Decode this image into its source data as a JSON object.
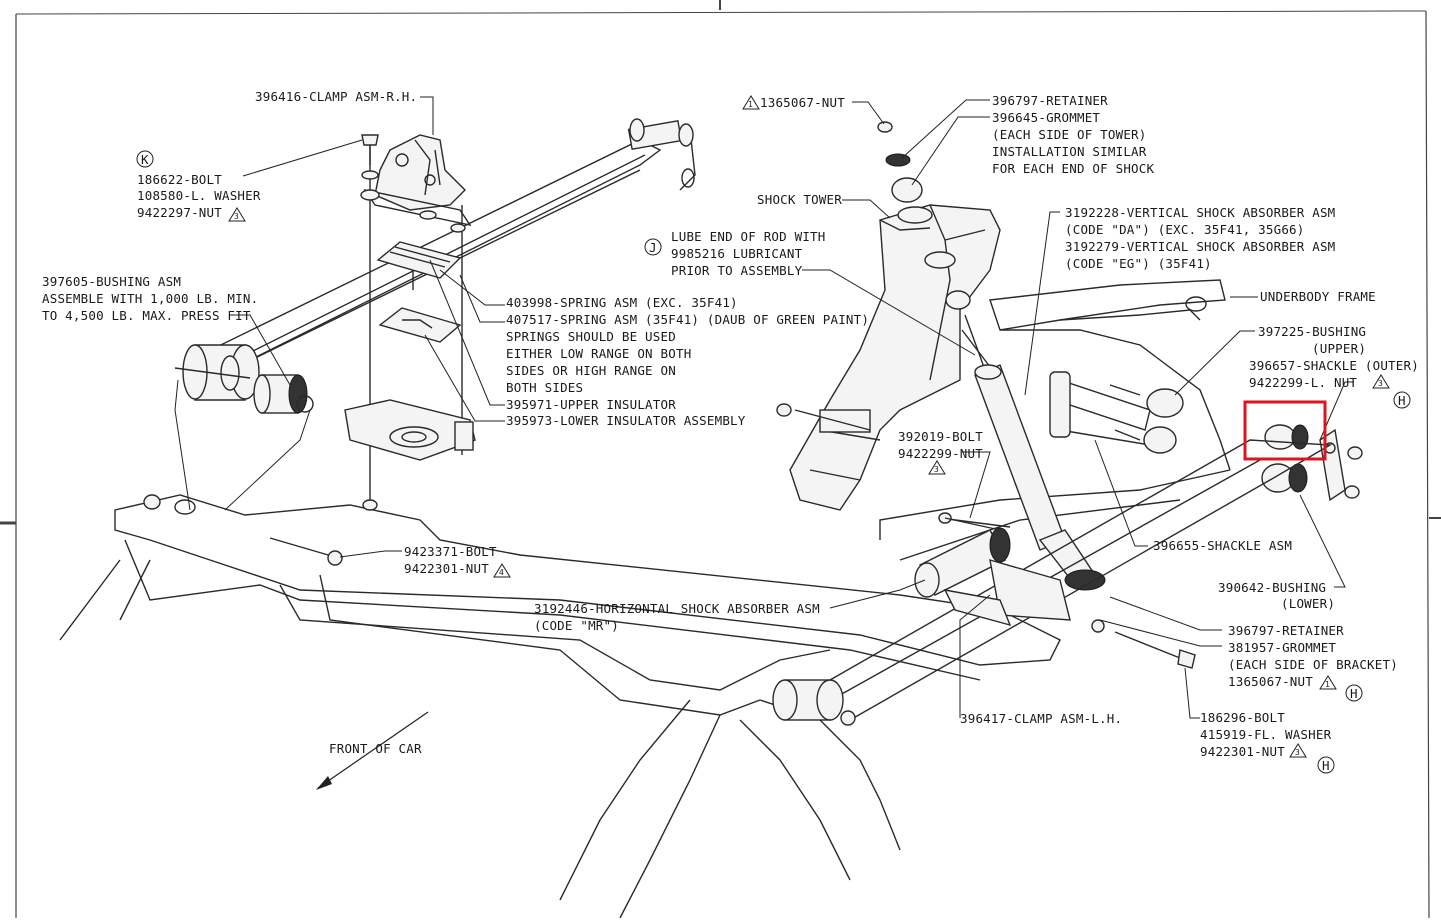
{
  "labels": {
    "clamp_rh": "396416-CLAMP ASM-R.H.",
    "bolt_k_ref": "K",
    "bolt_1": "186622-BOLT",
    "washer_1": "108580-L. WASHER",
    "nut_1": "9422297-NUT",
    "nut_1_note": "3",
    "bushing_asm_1": "397605-BUSHING ASM",
    "bushing_asm_2": "ASSEMBLE WITH 1,000 LB. MIN.",
    "bushing_asm_3": "TO 4,500 LB. MAX. PRESS FIT",
    "spring_1": "403998-SPRING ASM (EXC. 35F41)",
    "spring_2": "407517-SPRING ASM (35F41)  (DAUB OF GREEN PAINT)",
    "spring_3": "SPRINGS SHOULD BE USED",
    "spring_4": "EITHER LOW RANGE ON BOTH",
    "spring_5": "SIDES OR HIGH RANGE ON",
    "spring_6": "BOTH SIDES",
    "upper_insulator": "395971-UPPER INSULATOR",
    "lower_insulator": "395973-LOWER INSULATOR ASSEMBLY",
    "nut_top_note": "1",
    "nut_top": "1365067-NUT",
    "retainer_top": "396797-RETAINER",
    "grommet_top": "396645-GROMMET",
    "grommet_note_1": "(EACH SIDE OF TOWER)",
    "grommet_note_2": "INSTALLATION SIMILAR",
    "grommet_note_3": "FOR EACH END OF SHOCK",
    "shock_tower": "SHOCK TOWER",
    "lube_ref": "J",
    "lube_1": "LUBE END OF ROD WITH",
    "lube_2": "9985216 LUBRICANT",
    "lube_3": "PRIOR TO ASSEMBLY",
    "vshock_1": "3192228-VERTICAL SHOCK ABSORBER ASM",
    "vshock_2": "(CODE \"DA\") (EXC. 35F41, 35G66)",
    "vshock_3": "3192279-VERTICAL SHOCK ABSORBER ASM",
    "vshock_4": "(CODE \"EG\") (35F41)",
    "underbody_frame": "UNDERBODY FRAME",
    "bushing_upper_1": "397225-BUSHING",
    "bushing_upper_2": "(UPPER)",
    "shackle_outer": "396657-SHACKLE (OUTER)",
    "lnut": "9422299-L. NUT",
    "lnut_note": "3",
    "ref_h": "H",
    "bolt_mid": "392019-BOLT",
    "nut_mid": "9422299-NUT",
    "nut_mid_note": "3",
    "shackle_asm": "396655-SHACKLE ASM",
    "bolt_front": "9423371-BOLT",
    "nut_front": "9422301-NUT",
    "nut_front_note": "4",
    "bushing_lower_1": "390642-BUSHING",
    "bushing_lower_2": "(LOWER)",
    "hshock_1": "3192446-HORIZONTAL SHOCK ABSORBER ASM",
    "hshock_2": "(CODE \"MR\")",
    "retainer_bot": "396797-RETAINER",
    "grommet_bot": "381957-GROMMET",
    "grommet_bot_note": "(EACH SIDE OF BRACKET)",
    "nut_bot": "1365067-NUT",
    "nut_bot_note": "1",
    "clamp_lh": "396417-CLAMP ASM-L.H.",
    "bolt_bot": "186296-BOLT",
    "washer_bot": "415919-FL. WASHER",
    "nut_bot2": "9422301-NUT",
    "nut_bot2_note": "3",
    "front_of_car": "FRONT OF CAR"
  },
  "colors": {
    "line": "#2a2a2a",
    "highlight": "#e0141e",
    "background": "#ffffff"
  },
  "icons": {
    "arrow": "front-arrow-icon",
    "circle_ref": "circle-letter-icon",
    "triangle_note": "triangle-note-icon"
  }
}
